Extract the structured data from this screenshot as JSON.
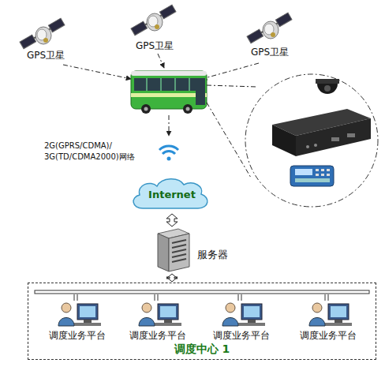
{
  "diagram": {
    "nodes": [
      {
        "text": [
          "GPS卫星"
        ]
      },
      {
        "text": [
          "GPS卫星"
        ]
      },
      {
        "text": [
          "GPS卫星"
        ]
      },
      {
        "text": [
          "2G(GPRS/CDMA)/ 3G(TD/CDMA2000)网络"
        ]
      },
      {
        "text": [
          "Internet"
        ]
      },
      {
        "text": [
          "服务器"
        ]
      },
      {
        "text": [
          "调度中心 1"
        ]
      },
      {
        "text": [
          "调度业务平台"
        ],
        "in": 6
      },
      {
        "text": [
          "调度业务平台"
        ],
        "in": 6
      },
      {
        "text": [
          "调度业务平台"
        ],
        "in": 6
      },
      {
        "text": [
          "调度业务平台"
        ],
        "in": 6
      }
    ],
    "edges": [
      {
        "from": 4,
        "to": 5,
        "arrow": "both"
      },
      {
        "from": 5,
        "to": 6,
        "arrow": "both"
      }
    ]
  }
}
